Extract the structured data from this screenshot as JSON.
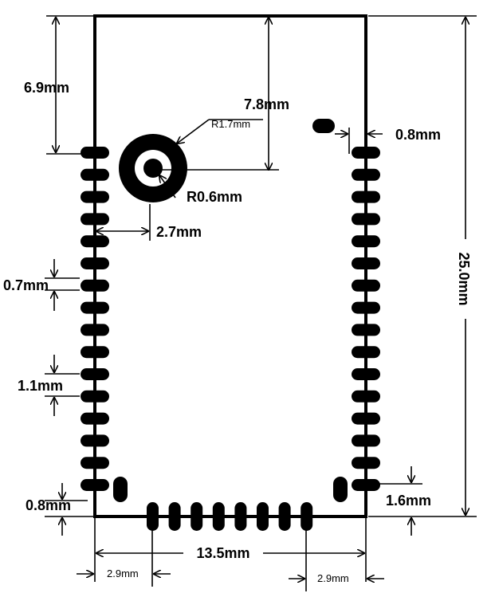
{
  "dimensions": {
    "top_to_first_pad": "6.9mm",
    "top_to_hole": "7.8mm",
    "outer_radius": "R1.7mm",
    "inner_radius": "R0.6mm",
    "edge_to_pad": "0.8mm",
    "hole_from_left": "2.7mm",
    "pad_width": "0.7mm",
    "pad_pitch": "1.1mm",
    "overall_height": "25.0mm",
    "bottom_pad_offset_left": "0.8mm",
    "bottom_pad_offset_right": "1.6mm",
    "overall_width": "13.5mm",
    "bottom_margin_left": "2.9mm",
    "bottom_margin_right": "2.9mm"
  },
  "layout": {
    "left_pad_count": 16,
    "right_pad_count": 16,
    "bottom_pad_count": 8
  }
}
